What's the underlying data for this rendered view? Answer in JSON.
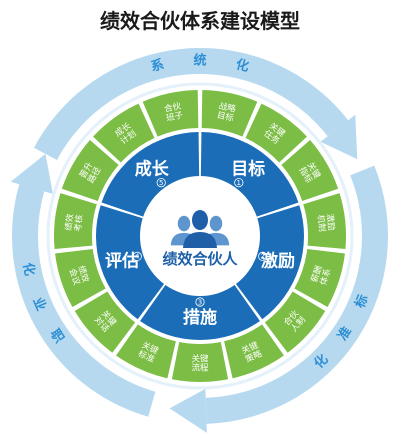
{
  "title": "绩效合伙体系建设模型",
  "center_label": "绩效合伙人",
  "outer_ring": [
    "系统化",
    "标准化",
    "职业化"
  ],
  "sectors": [
    {
      "label": "目标",
      "number": "1",
      "items": [
        [
          "战略",
          "目标"
        ],
        [
          "关键",
          "任务"
        ],
        [
          "关键",
          "指标"
        ]
      ]
    },
    {
      "label": "激励",
      "number": "2",
      "items": [
        [
          "激励",
          "机制"
        ],
        [
          "薪酬",
          "体系"
        ],
        [
          "合伙",
          "人制"
        ]
      ]
    },
    {
      "label": "措施",
      "number": "3",
      "items": [
        [
          "关键",
          "策略"
        ],
        [
          "关键",
          "流程"
        ],
        [
          "关键",
          "标准"
        ]
      ]
    },
    {
      "label": "评估",
      "number": "4",
      "items": [
        [
          "关键",
          "对话"
        ],
        [
          "绩效",
          "会议"
        ],
        [
          "绩效",
          "考核"
        ]
      ]
    },
    {
      "label": "成长",
      "number": "5",
      "items": [
        [
          "晋升",
          "路径"
        ],
        [
          "成长",
          "计划"
        ],
        [
          "合伙",
          "班子"
        ]
      ]
    }
  ],
  "colors": {
    "blue": "#1c6db8",
    "green": "#7cbe45",
    "ring": "#b6d9f0",
    "ring_dark": "#8fc4e8",
    "white_ring": "#ffffff",
    "people_icon": "#1f5fa8"
  }
}
